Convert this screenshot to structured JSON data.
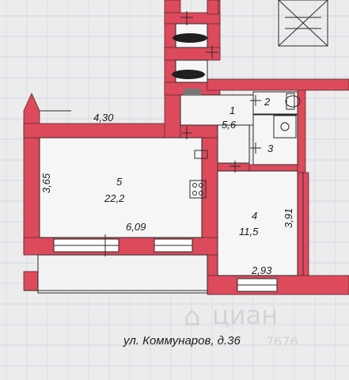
{
  "plan": {
    "colors": {
      "wall": "#dc4a5c",
      "background": "#ececec",
      "grid": "#c3d4e6",
      "line": "#2a2a2a",
      "watermark": "#d3d3d3"
    },
    "dimensions": {
      "top_wall": "4,30",
      "room5_height": "3,65",
      "room5_width": "6,09",
      "room4_height": "3,91",
      "room4_width": "2,93"
    },
    "rooms": [
      {
        "number": "1",
        "area": "5,6"
      },
      {
        "number": "2",
        "area": ""
      },
      {
        "number": "3",
        "area": ""
      },
      {
        "number": "4",
        "area": "11,5"
      },
      {
        "number": "5",
        "area": "22,2"
      }
    ],
    "address": "ул. Коммунаров, д.36",
    "watermark": {
      "brand": "циан",
      "code": "7676"
    }
  }
}
